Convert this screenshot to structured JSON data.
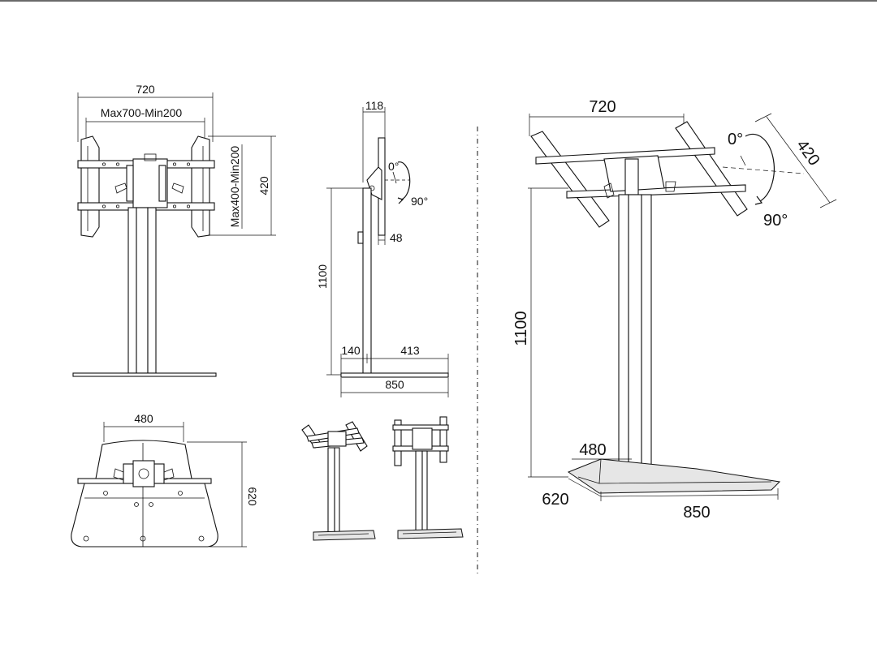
{
  "front_view": {
    "width_label": "720",
    "adjust_width_label": "Max700-Min200",
    "height_label": "420",
    "adjust_height_label": "Max400-Min200"
  },
  "side_view": {
    "depth_label": "118",
    "tilt_start_label": "0°",
    "tilt_end_label": "90°",
    "offset_label": "48",
    "height_label": "1100",
    "front_base_label": "140",
    "rear_base_label": "413",
    "base_length_label": "850"
  },
  "top_view": {
    "width_label": "480",
    "depth_label": "620"
  },
  "iso_view": {
    "width_label": "720",
    "depth_label": "420",
    "tilt_start_label": "0°",
    "tilt_end_label": "90°",
    "height_label": "1100",
    "column_width_label": "480",
    "base_depth_label": "620",
    "base_length_label": "850"
  }
}
